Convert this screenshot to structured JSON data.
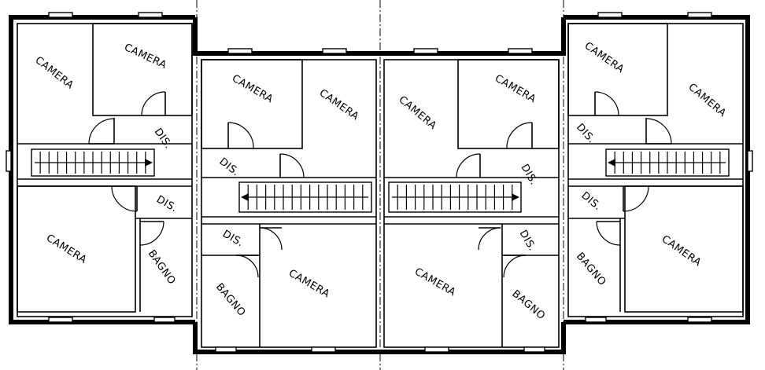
{
  "labels": {
    "camera": "CAMERA",
    "bagno": "BAGNO",
    "dis": "DIS."
  },
  "colors": {
    "ink": "#000000",
    "paper": "#ffffff"
  }
}
